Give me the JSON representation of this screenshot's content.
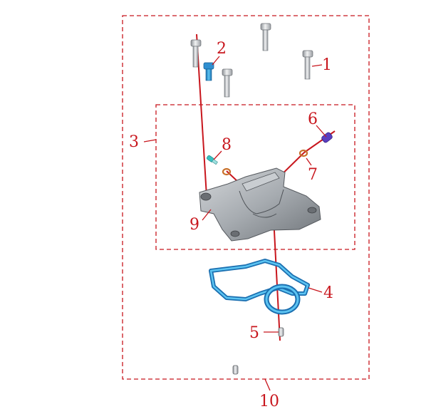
{
  "callouts": [
    {
      "id": "1",
      "label": "1"
    },
    {
      "id": "2",
      "label": "2"
    },
    {
      "id": "3",
      "label": "3"
    },
    {
      "id": "4",
      "label": "4"
    },
    {
      "id": "5",
      "label": "5"
    },
    {
      "id": "6",
      "label": "6"
    },
    {
      "id": "7",
      "label": "7"
    },
    {
      "id": "8",
      "label": "8"
    },
    {
      "id": "9",
      "label": "9"
    },
    {
      "id": "10",
      "label": "10"
    }
  ],
  "colors": {
    "callout_red": "#c8161d",
    "gasket_blue": "#2a9fd8",
    "bolt_grey": "#c9ccd0",
    "housing_grey": "#9ea3a8",
    "bolt2_blue": "#2f8fd0",
    "plug6_purple": "#5a3fc0",
    "oring_orange": "#c8702a",
    "bolt8_teal": "#38c0c0"
  }
}
